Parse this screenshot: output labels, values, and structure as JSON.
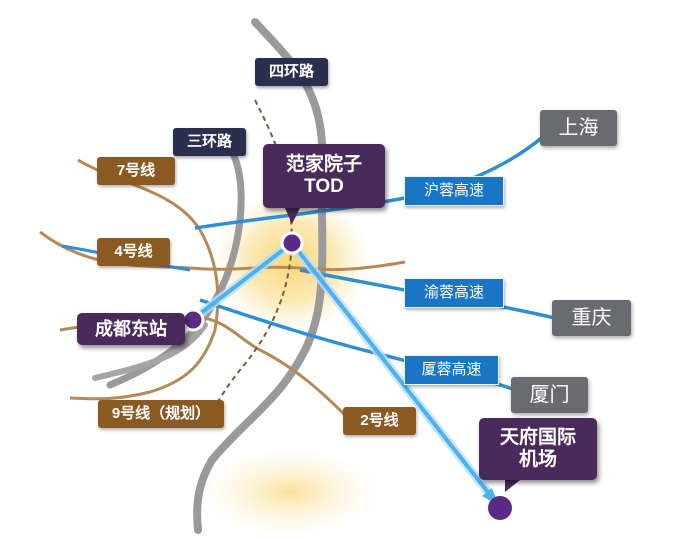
{
  "rings": {
    "fourth": "四环路",
    "third": "三环路"
  },
  "metro_lines": {
    "line7": "7号线",
    "line4": "4号线",
    "line9": "9号线（规划）",
    "line2": "2号线"
  },
  "highways": {
    "hurong": "沪蓉高速",
    "yurong": "渝蓉高速",
    "xiarong": "厦蓉高速"
  },
  "cities": {
    "shanghai": "上海",
    "chongqing": "重庆",
    "xiamen": "厦门"
  },
  "poi": {
    "fanjia_line1": "范家院子",
    "fanjia_line2": "TOD",
    "chengdu_east": "成都东站",
    "airport_line1": "天府国际",
    "airport_line2": "机场"
  },
  "colors": {
    "ring_road": "#9a9a9a",
    "metro": "#b48a5a",
    "highway": "#2f8fd6",
    "connector": "#5fb6ee",
    "poi_marker": "#5b2a86",
    "glow": "#f6cf5c"
  }
}
